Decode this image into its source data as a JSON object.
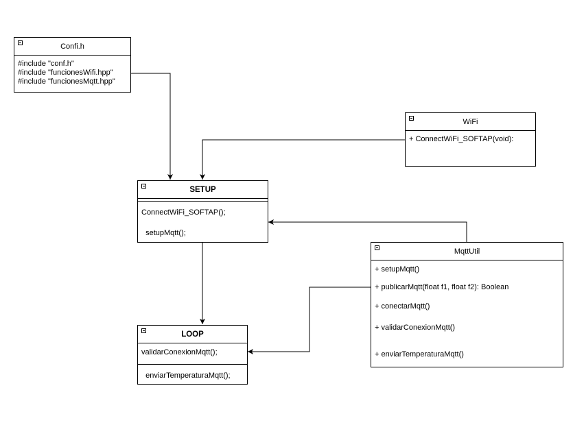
{
  "classes": {
    "confi": {
      "title": "Confi.h",
      "items": [
        "#include \"conf.h\"",
        "#include \"funcionesWifi.hpp\"",
        "#include \"funcionesMqtt.hpp\""
      ]
    },
    "wifi": {
      "title": "WiFi",
      "items": [
        "+ ConnectWiFi_SOFTAP(void):"
      ]
    },
    "setup": {
      "title": "SETUP",
      "items": [
        "ConnectWiFi_SOFTAP();",
        "  setupMqtt();"
      ]
    },
    "mqttutil": {
      "title": "MqttUtil",
      "items": [
        "+ setupMqtt()",
        "+ publicarMqtt(float f1, float f2): Boolean",
        "+ conectarMqtt()",
        "+ validarConexionMqtt()",
        "+ enviarTemperaturaMqtt()"
      ]
    },
    "loop": {
      "title": "LOOP",
      "items": [
        "validarConexionMqtt();",
        "  enviarTemperaturaMqtt();"
      ]
    }
  },
  "colors": {
    "line": "#000000",
    "background": "#ffffff"
  }
}
